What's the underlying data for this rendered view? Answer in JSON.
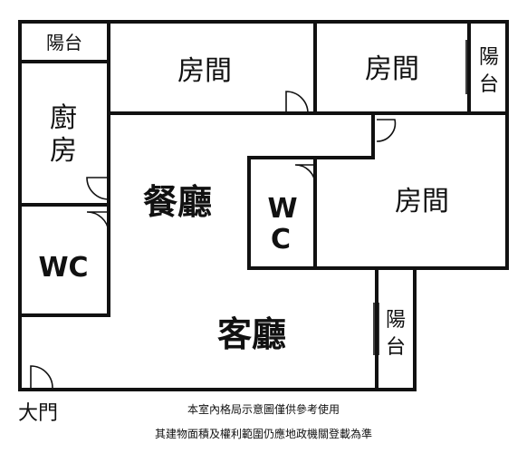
{
  "rooms": {
    "balcony_top_left": "陽台",
    "bedroom_top_middle": "房間",
    "bedroom_top_right": "房間",
    "balcony_right_top_1": "陽",
    "balcony_right_top_2": "台",
    "kitchen_1": "廚",
    "kitchen_2": "房",
    "dining": "餐廳",
    "wc_center_1": "W",
    "wc_center_2": "C",
    "bedroom_right": "房間",
    "wc_left": "WC",
    "living": "客廳",
    "balcony_right_bottom_1": "陽",
    "balcony_right_bottom_2": "台"
  },
  "entrance_label": "大門",
  "notes": {
    "line1": "本室內格局示意圖僅供參考使用",
    "line2": "其建物面積及權利範圍仍應地政機關登載為準"
  },
  "colors": {
    "wall": "#111111",
    "background": "#ffffff"
  }
}
